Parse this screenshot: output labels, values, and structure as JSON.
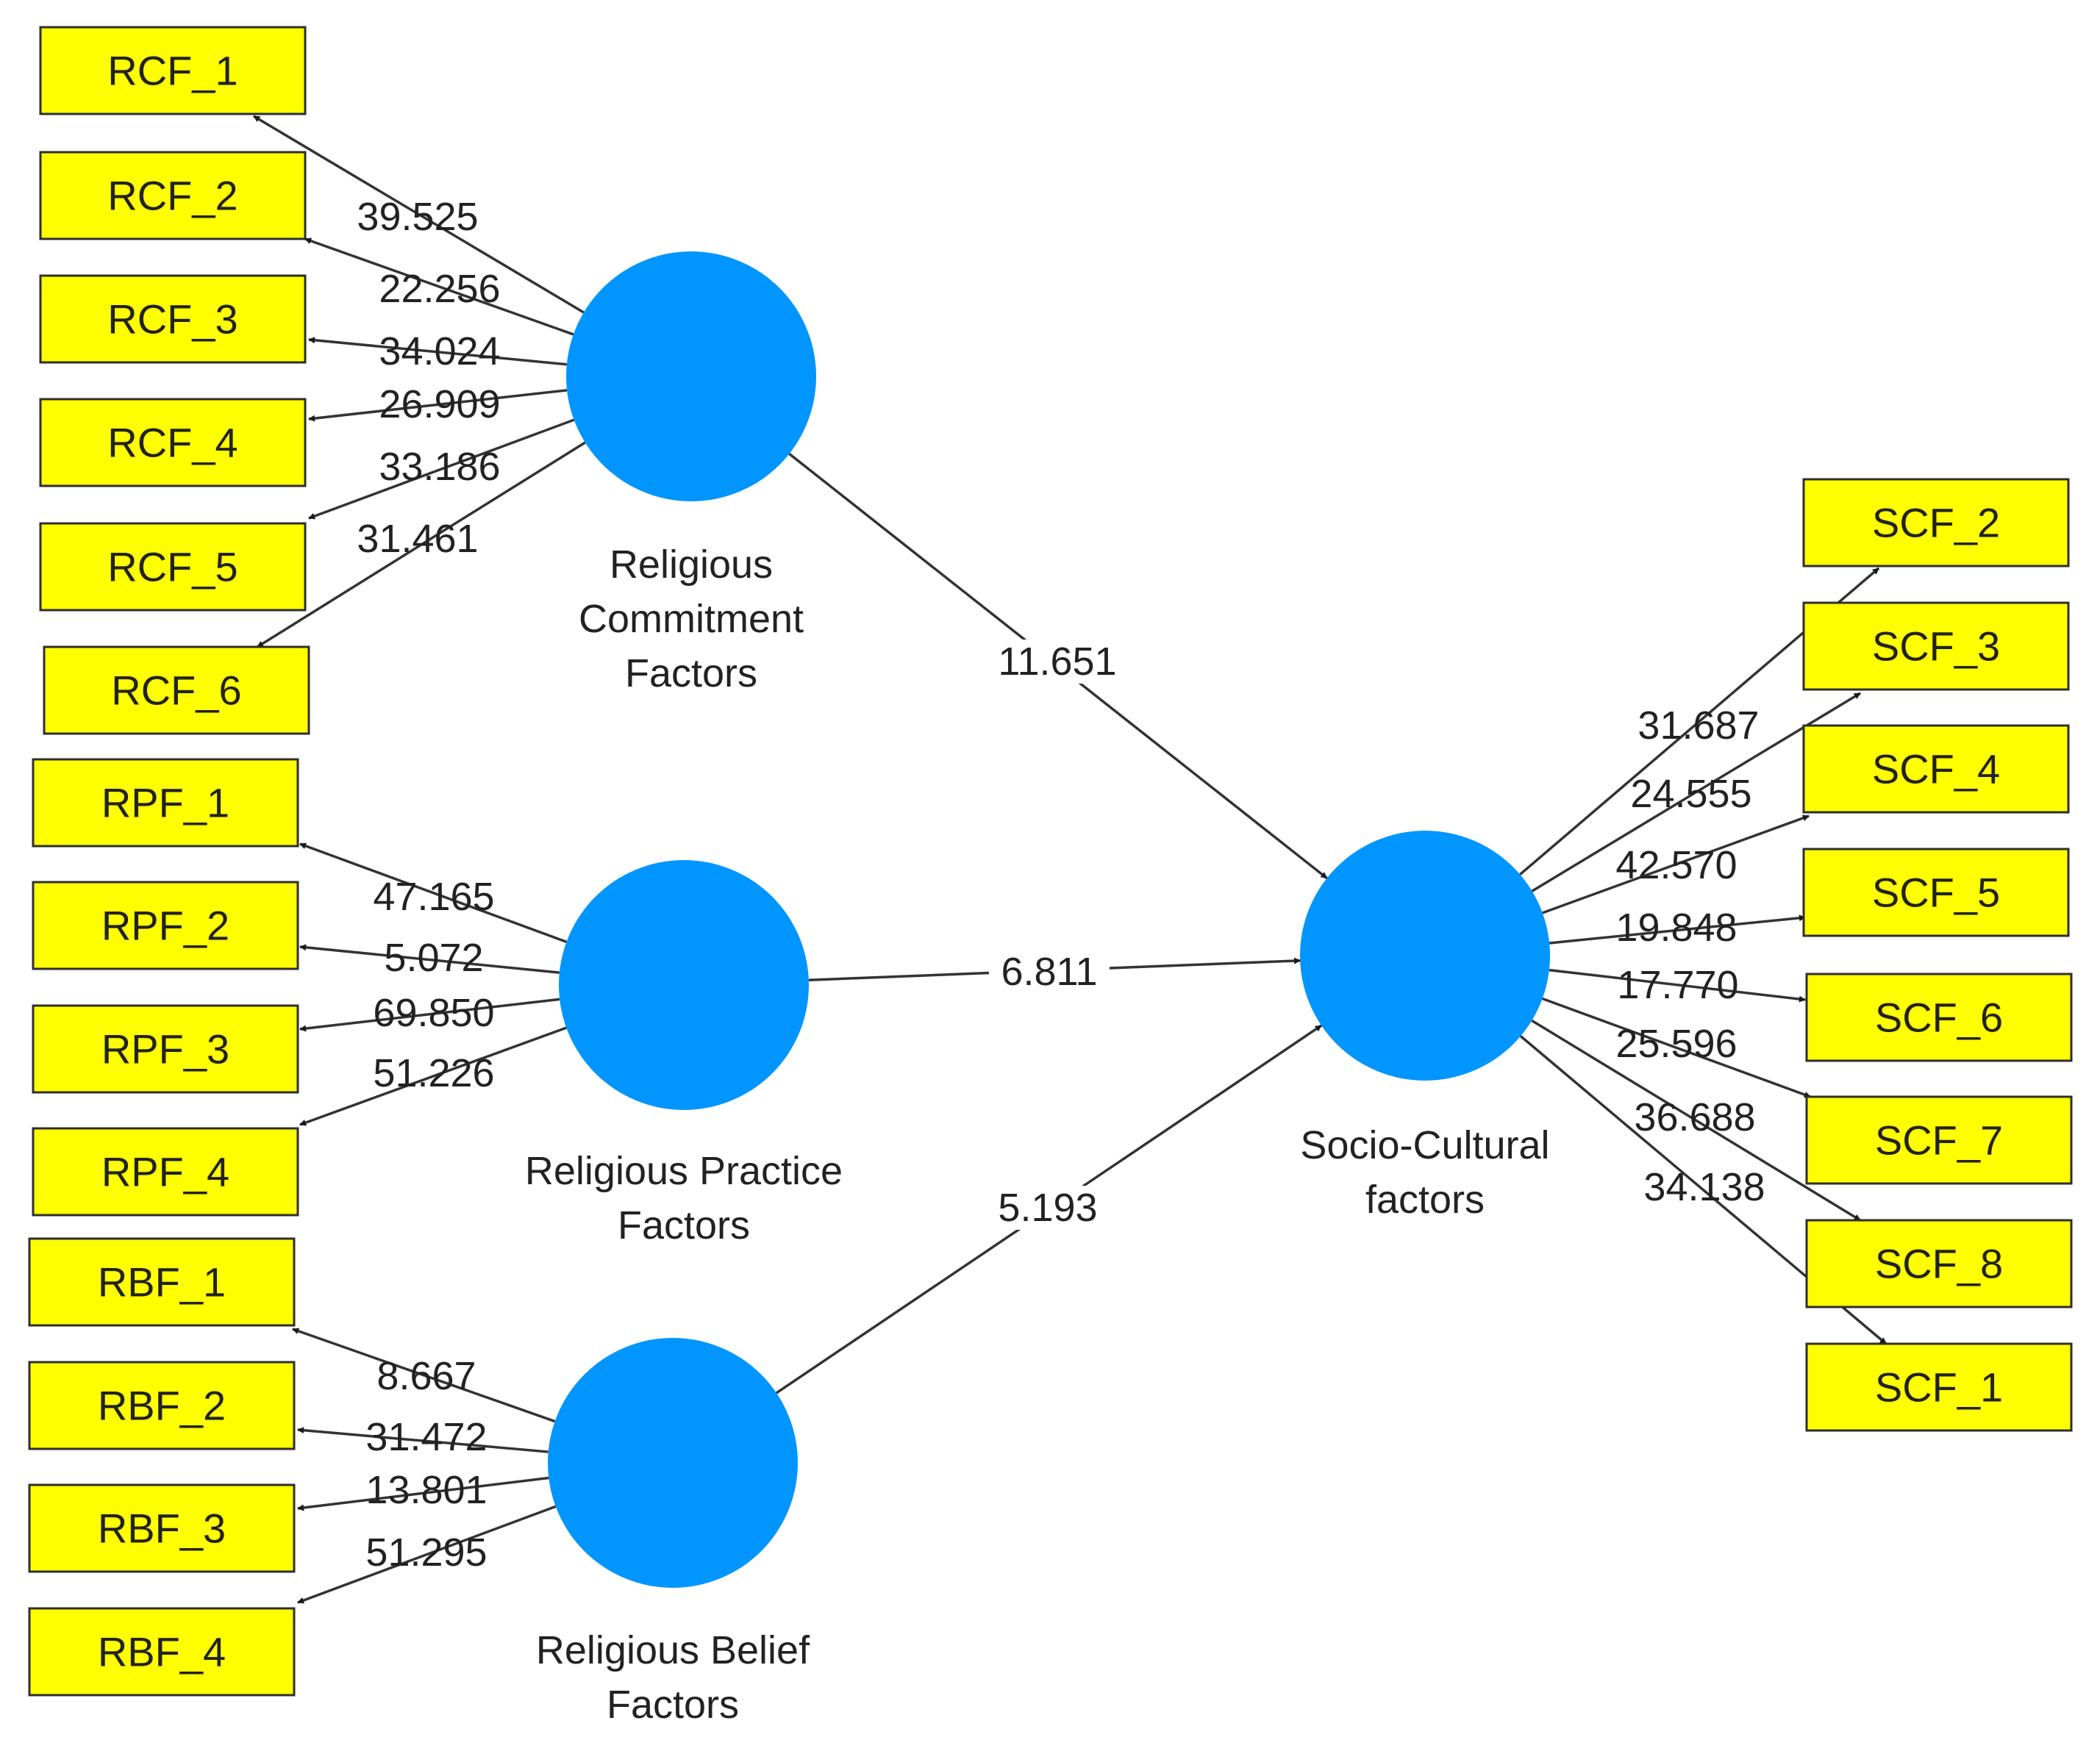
{
  "colors": {
    "indicator_fill": "#ffff00",
    "indicator_border": "#2e2e2e",
    "construct_fill": "#0095ff",
    "edge": "#333333"
  },
  "constructs": [
    {
      "id": "rcf",
      "label_lines": [
        "Religious",
        "Commitment",
        "Factors"
      ]
    },
    {
      "id": "rpf",
      "label_lines": [
        "Religious Practice",
        "Factors"
      ]
    },
    {
      "id": "rbf",
      "label_lines": [
        "Religious Belief",
        "Factors"
      ]
    },
    {
      "id": "scf",
      "label_lines": [
        "Socio-Cultural",
        "factors"
      ]
    }
  ],
  "indicators": [
    {
      "id": "RCF_1",
      "label": "RCF_1",
      "construct": "rcf"
    },
    {
      "id": "RCF_2",
      "label": "RCF_2",
      "construct": "rcf"
    },
    {
      "id": "RCF_3",
      "label": "RCF_3",
      "construct": "rcf"
    },
    {
      "id": "RCF_4",
      "label": "RCF_4",
      "construct": "rcf"
    },
    {
      "id": "RCF_5",
      "label": "RCF_5",
      "construct": "rcf"
    },
    {
      "id": "RCF_6",
      "label": "RCF_6",
      "construct": "rcf"
    },
    {
      "id": "RPF_1",
      "label": "RPF_1",
      "construct": "rpf"
    },
    {
      "id": "RPF_2",
      "label": "RPF_2",
      "construct": "rpf"
    },
    {
      "id": "RPF_3",
      "label": "RPF_3",
      "construct": "rpf"
    },
    {
      "id": "RPF_4",
      "label": "RPF_4",
      "construct": "rpf"
    },
    {
      "id": "RBF_1",
      "label": "RBF_1",
      "construct": "rbf"
    },
    {
      "id": "RBF_2",
      "label": "RBF_2",
      "construct": "rbf"
    },
    {
      "id": "RBF_3",
      "label": "RBF_3",
      "construct": "rbf"
    },
    {
      "id": "RBF_4",
      "label": "RBF_4",
      "construct": "rbf"
    },
    {
      "id": "SCF_2",
      "label": "SCF_2",
      "construct": "scf"
    },
    {
      "id": "SCF_3",
      "label": "SCF_3",
      "construct": "scf"
    },
    {
      "id": "SCF_4",
      "label": "SCF_4",
      "construct": "scf"
    },
    {
      "id": "SCF_5",
      "label": "SCF_5",
      "construct": "scf"
    },
    {
      "id": "SCF_6",
      "label": "SCF_6",
      "construct": "scf"
    },
    {
      "id": "SCF_7",
      "label": "SCF_7",
      "construct": "scf"
    },
    {
      "id": "SCF_8",
      "label": "SCF_8",
      "construct": "scf"
    },
    {
      "id": "SCF_1",
      "label": "SCF_1",
      "construct": "scf"
    }
  ],
  "outer_loadings": [
    {
      "from": "rcf",
      "to": "RCF_1",
      "value": "39.525"
    },
    {
      "from": "rcf",
      "to": "RCF_2",
      "value": "22.256"
    },
    {
      "from": "rcf",
      "to": "RCF_3",
      "value": "34.024"
    },
    {
      "from": "rcf",
      "to": "RCF_4",
      "value": "26.909"
    },
    {
      "from": "rcf",
      "to": "RCF_5",
      "value": "33.186"
    },
    {
      "from": "rcf",
      "to": "RCF_6",
      "value": "31.461"
    },
    {
      "from": "rpf",
      "to": "RPF_1",
      "value": "47.165"
    },
    {
      "from": "rpf",
      "to": "RPF_2",
      "value": "5.072"
    },
    {
      "from": "rpf",
      "to": "RPF_3",
      "value": "69.850"
    },
    {
      "from": "rpf",
      "to": "RPF_4",
      "value": "51.226"
    },
    {
      "from": "rbf",
      "to": "RBF_1",
      "value": "8.667"
    },
    {
      "from": "rbf",
      "to": "RBF_2",
      "value": "31.472"
    },
    {
      "from": "rbf",
      "to": "RBF_3",
      "value": "13.801"
    },
    {
      "from": "rbf",
      "to": "RBF_4",
      "value": "51.295"
    },
    {
      "from": "scf",
      "to": "SCF_2",
      "value": "31.687"
    },
    {
      "from": "scf",
      "to": "SCF_3",
      "value": "24.555"
    },
    {
      "from": "scf",
      "to": "SCF_4",
      "value": "42.570"
    },
    {
      "from": "scf",
      "to": "SCF_5",
      "value": "19.848"
    },
    {
      "from": "scf",
      "to": "SCF_6",
      "value": "17.770"
    },
    {
      "from": "scf",
      "to": "SCF_7",
      "value": "25.596"
    },
    {
      "from": "scf",
      "to": "SCF_8",
      "value": "36.688"
    },
    {
      "from": "scf",
      "to": "SCF_1",
      "value": "34.138"
    }
  ],
  "paths": [
    {
      "from": "rcf",
      "to": "scf",
      "value": "11.651"
    },
    {
      "from": "rpf",
      "to": "scf",
      "value": "6.811"
    },
    {
      "from": "rbf",
      "to": "scf",
      "value": "5.193"
    }
  ]
}
